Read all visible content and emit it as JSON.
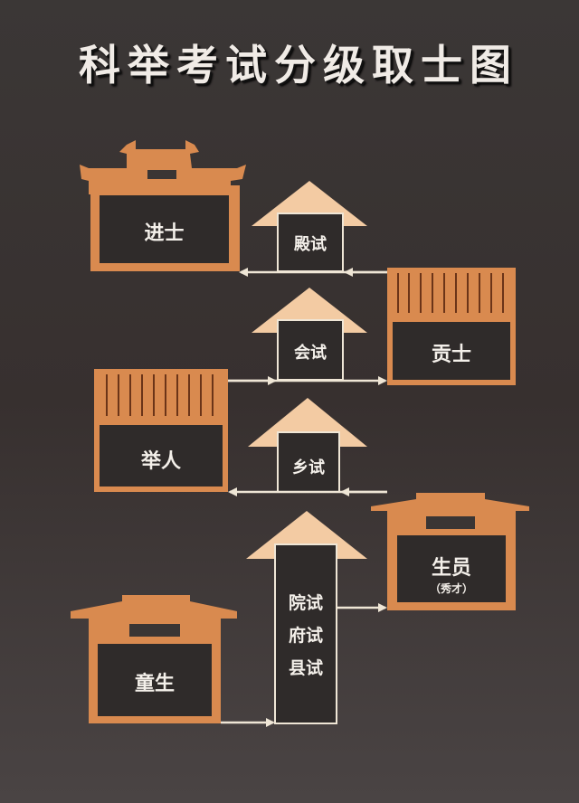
{
  "title": "科举考试分级取士图",
  "colors": {
    "background": "#3a3534",
    "building": "#d98a4f",
    "arrow": "#f3cba3",
    "line": "#efe6d6",
    "text": "#f4f0ea"
  },
  "nodes": {
    "jinshi": {
      "label": "进士"
    },
    "gongshi": {
      "label": "贡士"
    },
    "juren": {
      "label": "举人"
    },
    "shengyuan": {
      "label": "生员",
      "sub": "（秀才）"
    },
    "tongsheng": {
      "label": "童生"
    }
  },
  "exams": {
    "dianshi": {
      "label": "殿试"
    },
    "huishi": {
      "label": "会试"
    },
    "xiangshi": {
      "label": "乡试"
    },
    "yuanshi": {
      "lines": [
        "院试",
        "府试",
        "县试"
      ]
    }
  },
  "flow": [
    {
      "from": "童生",
      "exam": "县试/府试/院试",
      "to": "生员（秀才）"
    },
    {
      "from": "生员（秀才）",
      "exam": "乡试",
      "to": "举人"
    },
    {
      "from": "举人",
      "exam": "会试",
      "to": "贡士"
    },
    {
      "from": "贡士",
      "exam": "殿试",
      "to": "进士"
    }
  ]
}
